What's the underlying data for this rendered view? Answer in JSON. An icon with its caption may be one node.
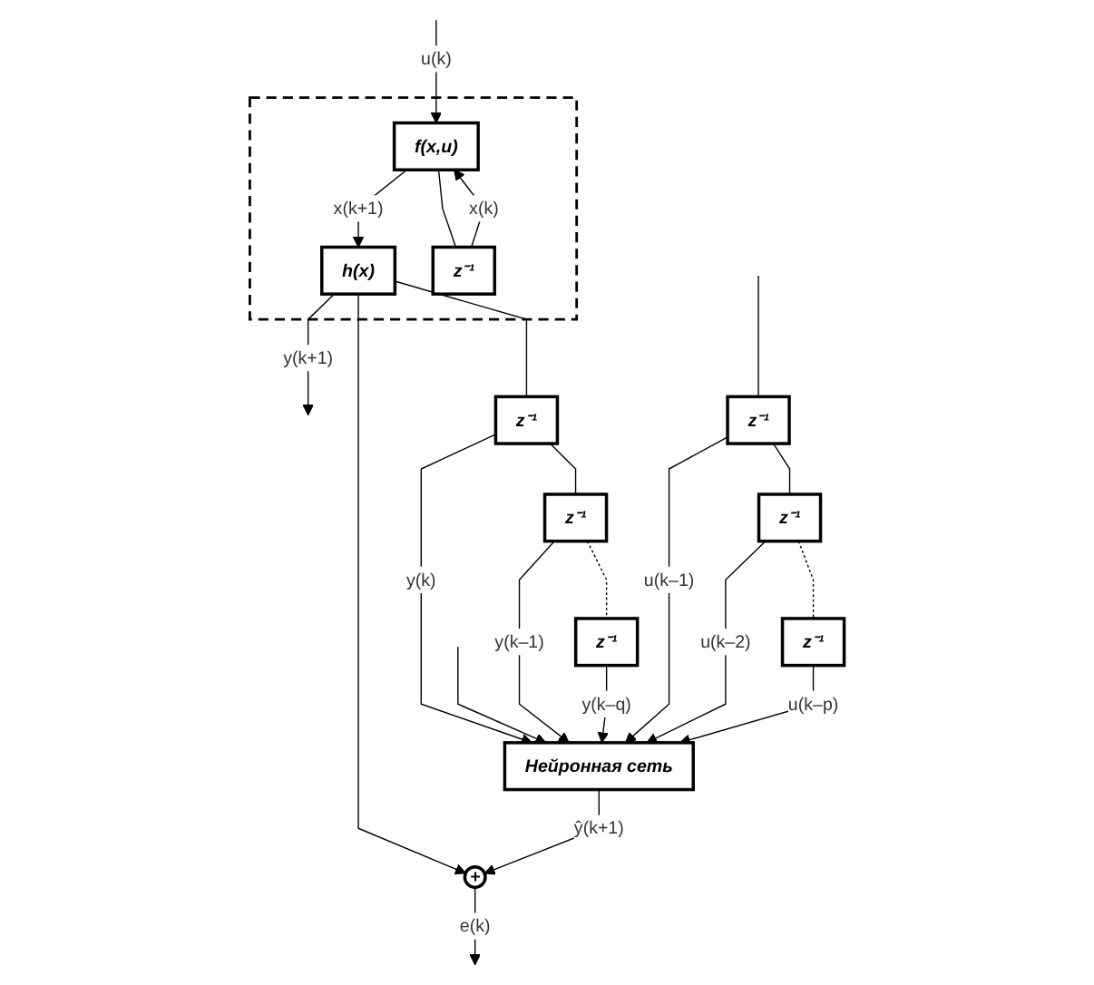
{
  "diagram": {
    "nodes": [
      {
        "text": [],
        "shape": "box"
      },
      {
        "text": [
          "f(x,u)"
        ],
        "in": 0
      },
      {
        "text": [
          "h(x)"
        ],
        "in": 0
      },
      {
        "text": [
          "z⁻¹"
        ],
        "in": 0
      },
      {
        "text": [
          "+"
        ]
      },
      {
        "text": [
          "Нейронная сеть"
        ]
      },
      {
        "text": [
          "z⁻¹"
        ]
      },
      {
        "text": [
          "z⁻¹"
        ]
      },
      {
        "text": [
          "z⁻¹"
        ]
      },
      {
        "text": [
          "z⁻¹"
        ]
      },
      {
        "text": [
          "z⁻¹"
        ]
      },
      {
        "text": [
          "z⁻¹"
        ]
      }
    ],
    "edges": [
      {
        "from": null,
        "to": 1,
        "arrow": "to",
        "label": "u(k)"
      },
      {
        "from": 1,
        "to": 2,
        "arrow": "to",
        "label": "x(k+1)"
      },
      {
        "from": 1,
        "to": 3,
        "arrow": "none"
      },
      {
        "from": 3,
        "to": 1,
        "arrow": "to",
        "label": "x(k)"
      },
      {
        "from": 2,
        "to": null,
        "arrow": "to",
        "label": "y(k+1)"
      },
      {
        "from": 2,
        "to": 4,
        "arrow": "to"
      },
      {
        "from": 4,
        "to": null,
        "arrow": "to",
        "label": "e(k)"
      },
      {
        "from": 5,
        "to": 4,
        "arrow": "to",
        "label": "ŷ(k+1)"
      },
      {
        "from": null,
        "to": 6,
        "arrow": "none"
      },
      {
        "from": null,
        "to": 5,
        "arrow": "to"
      },
      {
        "from": 6,
        "to": 5,
        "arrow": "to",
        "label": "u(k–1)"
      },
      {
        "from": 6,
        "to": 7,
        "arrow": "none"
      },
      {
        "from": 7,
        "to": 5,
        "arrow": "to",
        "label": "u(k–2)"
      },
      {
        "from": 7,
        "to": 8,
        "arrow": "none",
        "style": "dashed"
      },
      {
        "from": 8,
        "to": 5,
        "arrow": "to",
        "label": "u(k–p)"
      },
      {
        "from": 2,
        "to": 9,
        "arrow": "none"
      },
      {
        "from": 9,
        "to": 5,
        "arrow": "to",
        "label": "y(k)"
      },
      {
        "from": 9,
        "to": 10,
        "arrow": "none"
      },
      {
        "from": 10,
        "to": 5,
        "arrow": "to",
        "label": "y(k–1)"
      },
      {
        "from": 10,
        "to": 11,
        "arrow": "none",
        "style": "dashed"
      },
      {
        "from": 11,
        "to": 5,
        "arrow": "to",
        "label": "y(k–q)"
      }
    ]
  }
}
